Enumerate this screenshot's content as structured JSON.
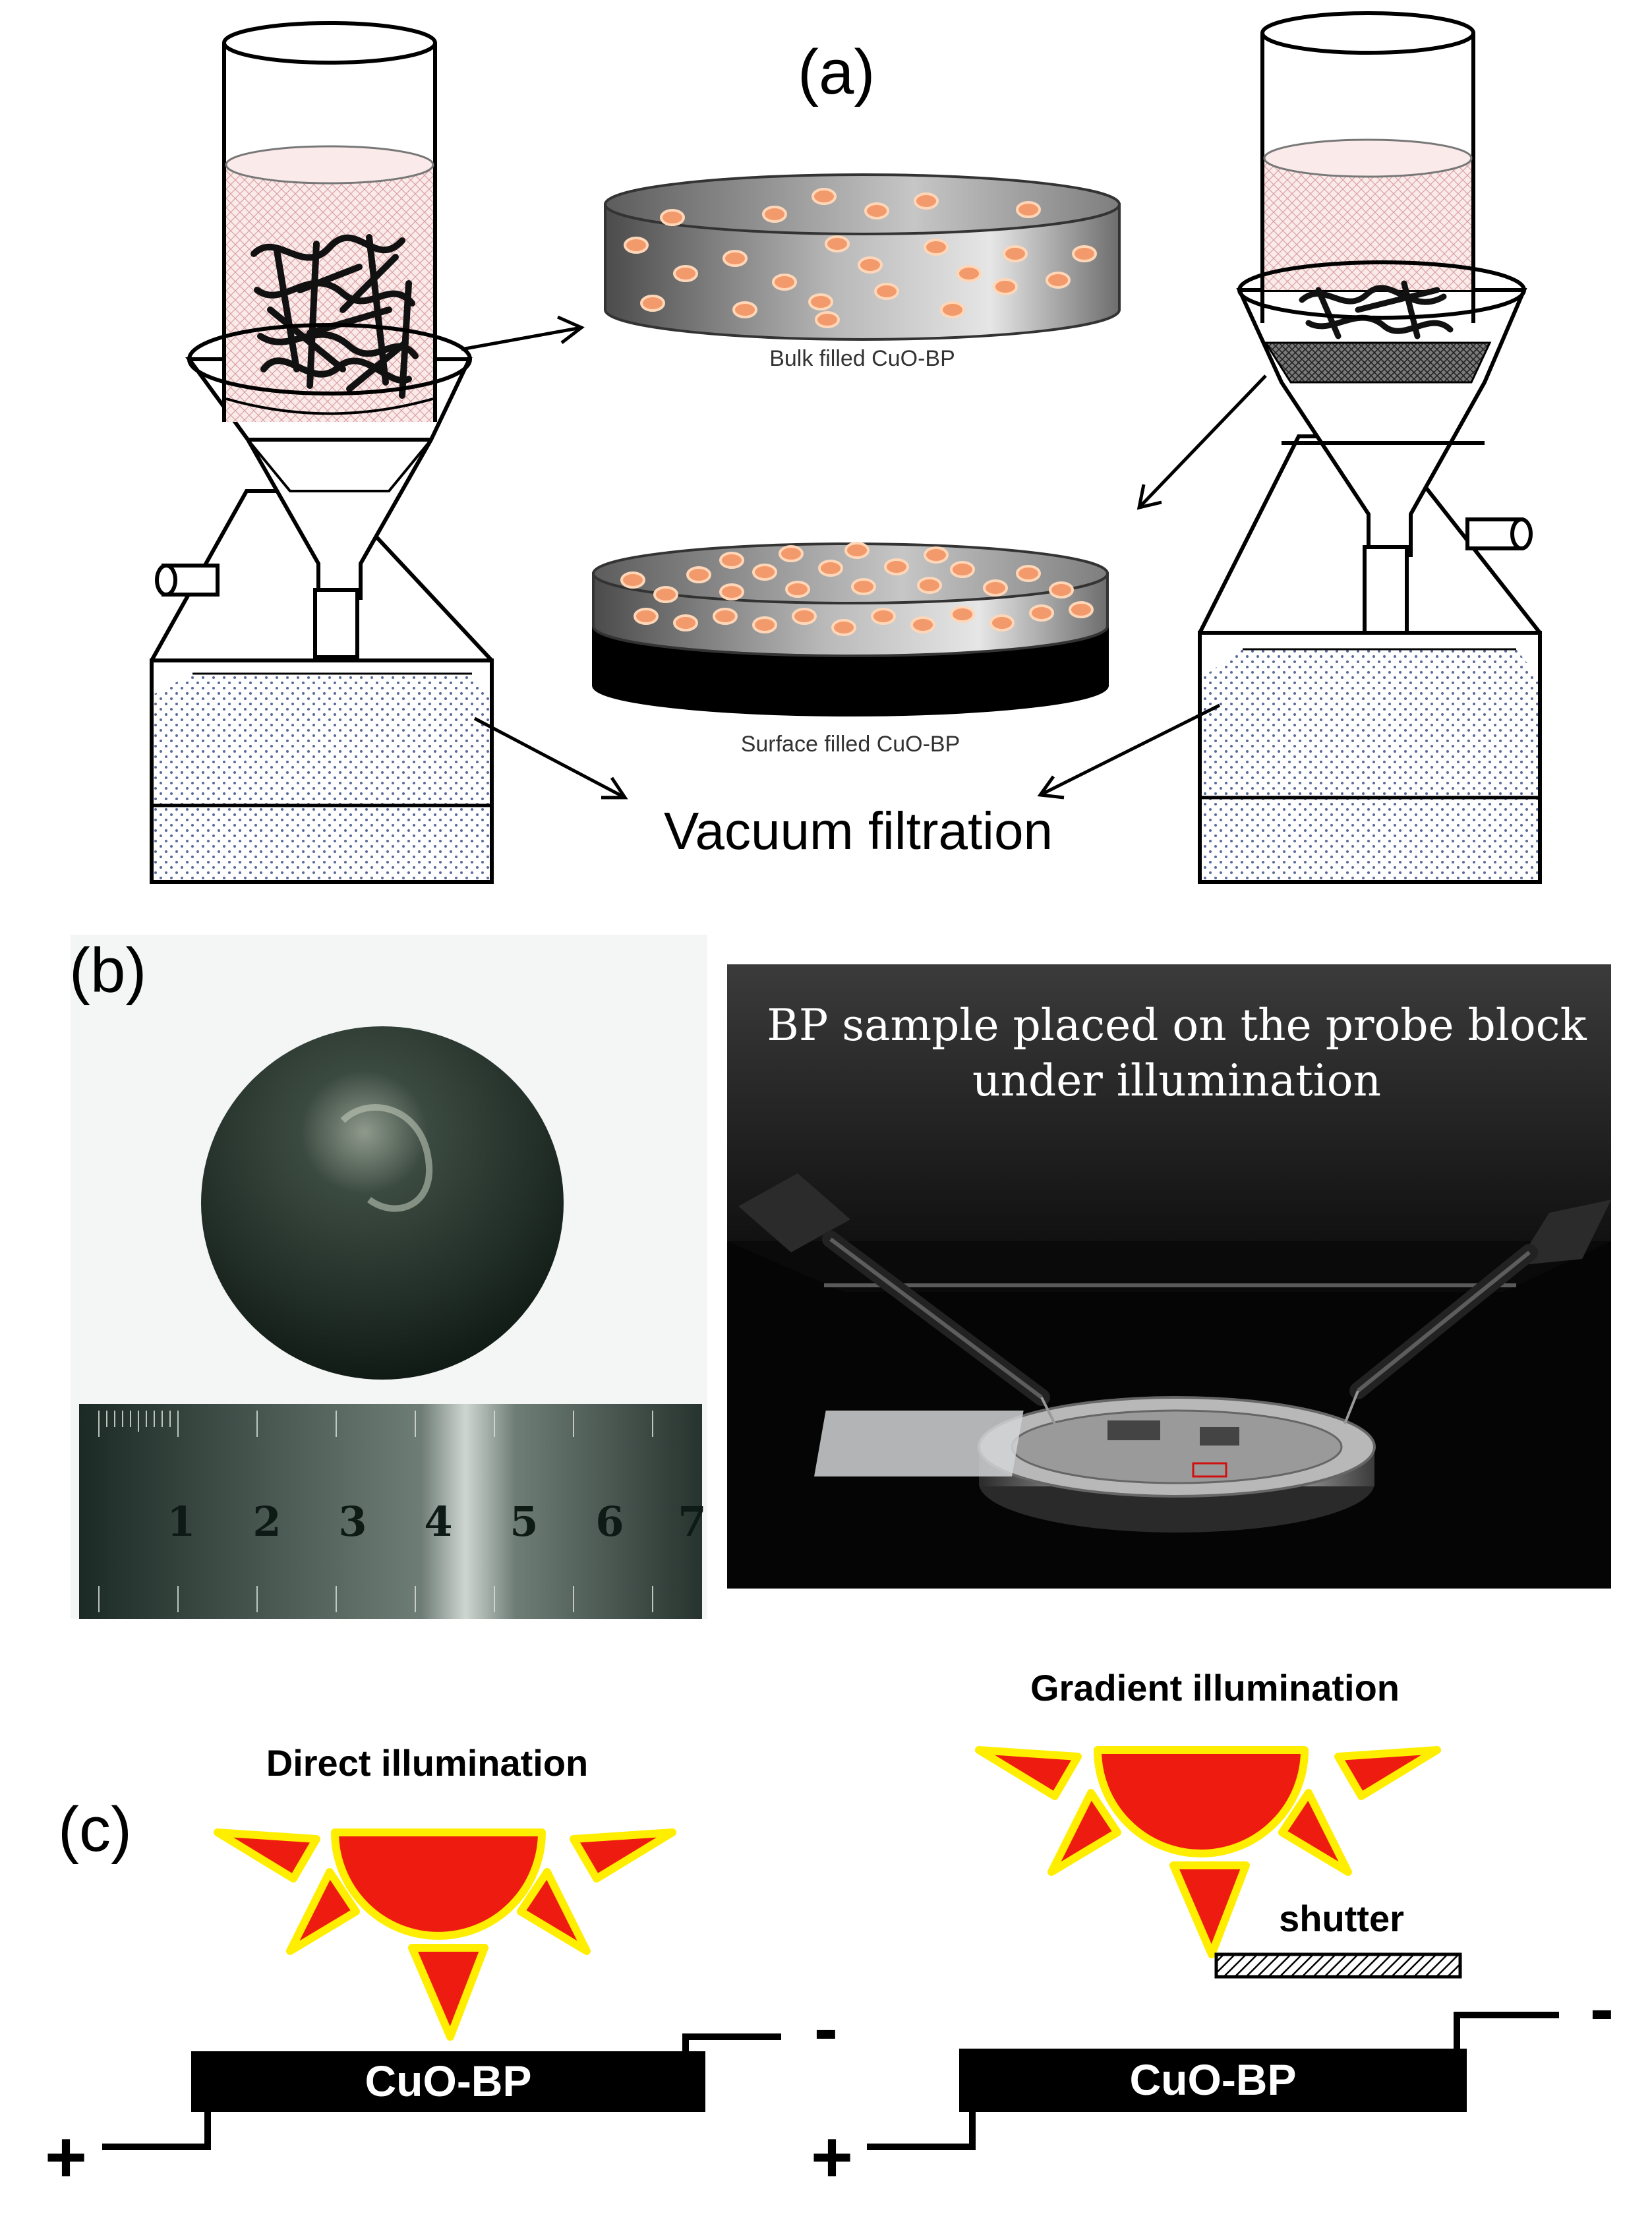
{
  "panels": {
    "a": {
      "label": "(a)",
      "bulk_caption": "Bulk filled CuO-BP",
      "surface_caption": "Surface filled CuO-BP",
      "process_label": "Vacuum filtration"
    },
    "b": {
      "label": "(b)",
      "ruler_numbers": [
        "1",
        "2",
        "3",
        "4",
        "5",
        "6",
        "7"
      ],
      "photo_caption_line1": "BP sample placed on the probe block",
      "photo_caption_line2": "under illumination"
    },
    "c": {
      "label": "(c)",
      "direct_title": "Direct illumination",
      "gradient_title": "Gradient illumination",
      "shutter_label": "shutter",
      "sample_label": "CuO-BP",
      "plus": "+",
      "minus": "-"
    }
  },
  "colors": {
    "sun": "#ee1c10",
    "sun_outline": "#ffee00",
    "particle": "#f29a6c",
    "disc_gray": "#8c8c8c",
    "black": "#000000"
  }
}
